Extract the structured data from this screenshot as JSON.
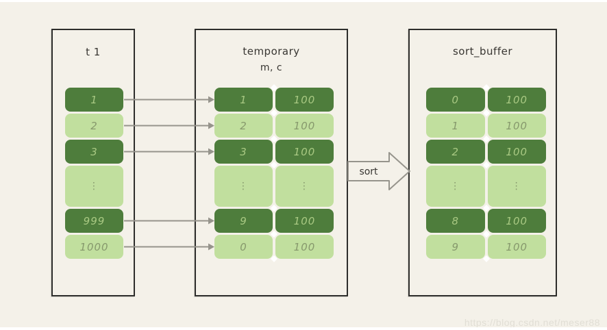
{
  "page": {
    "background": "#f4f1e9",
    "edge_strip_color": "#ffffff",
    "watermark": "https://blog.csdn.net/meser88"
  },
  "colors": {
    "cell_dark": "#4e7d3c",
    "cell_light": "#c1df9e",
    "text_on_dark": "#a9c983",
    "text_on_light": "#86986c",
    "box_border": "#2d2d2b",
    "arrow": "#96948c",
    "title_text": "#383632",
    "seam_diamond": "#ffffff",
    "watermark_text": "#e1ded5"
  },
  "columns": [
    {
      "id": "t1",
      "title": "t 1",
      "subtitle": "",
      "rows": [
        {
          "values": [
            "1"
          ],
          "shade": "dark"
        },
        {
          "values": [
            "2"
          ],
          "shade": "light"
        },
        {
          "values": [
            "3"
          ],
          "shade": "dark"
        },
        {
          "values": [
            "⋮"
          ],
          "shade": "light",
          "tall": true,
          "dots": true
        },
        {
          "values": [
            "999"
          ],
          "shade": "dark"
        },
        {
          "values": [
            "1000"
          ],
          "shade": "light"
        }
      ]
    },
    {
      "id": "temporary",
      "title": "temporary",
      "subtitle": "m, c",
      "rows": [
        {
          "values": [
            "1",
            "100"
          ],
          "shade": "dark"
        },
        {
          "values": [
            "2",
            "100"
          ],
          "shade": "light"
        },
        {
          "values": [
            "3",
            "100"
          ],
          "shade": "dark"
        },
        {
          "values": [
            "⋮",
            "⋮"
          ],
          "shade": "light",
          "tall": true,
          "dots": true
        },
        {
          "values": [
            "9",
            "100"
          ],
          "shade": "dark"
        },
        {
          "values": [
            "0",
            "100"
          ],
          "shade": "light"
        }
      ]
    },
    {
      "id": "sort_buffer",
      "title": "sort_buffer",
      "subtitle": "",
      "rows": [
        {
          "values": [
            "0",
            "100"
          ],
          "shade": "dark"
        },
        {
          "values": [
            "1",
            "100"
          ],
          "shade": "light"
        },
        {
          "values": [
            "2",
            "100"
          ],
          "shade": "dark"
        },
        {
          "values": [
            "⋮",
            "⋮"
          ],
          "shade": "light",
          "tall": true,
          "dots": true
        },
        {
          "values": [
            "8",
            "100"
          ],
          "shade": "dark"
        },
        {
          "values": [
            "9",
            "100"
          ],
          "shade": "light"
        }
      ]
    },
    {
      "id": "_meta_note",
      "title": "",
      "subtitle": "",
      "rows": []
    }
  ],
  "row_arrows": {
    "from_column": "t1",
    "to_column": "temporary",
    "linked_row_indices": [
      0,
      1,
      2,
      4,
      5
    ]
  },
  "sort_arrow": {
    "label": "sort"
  }
}
